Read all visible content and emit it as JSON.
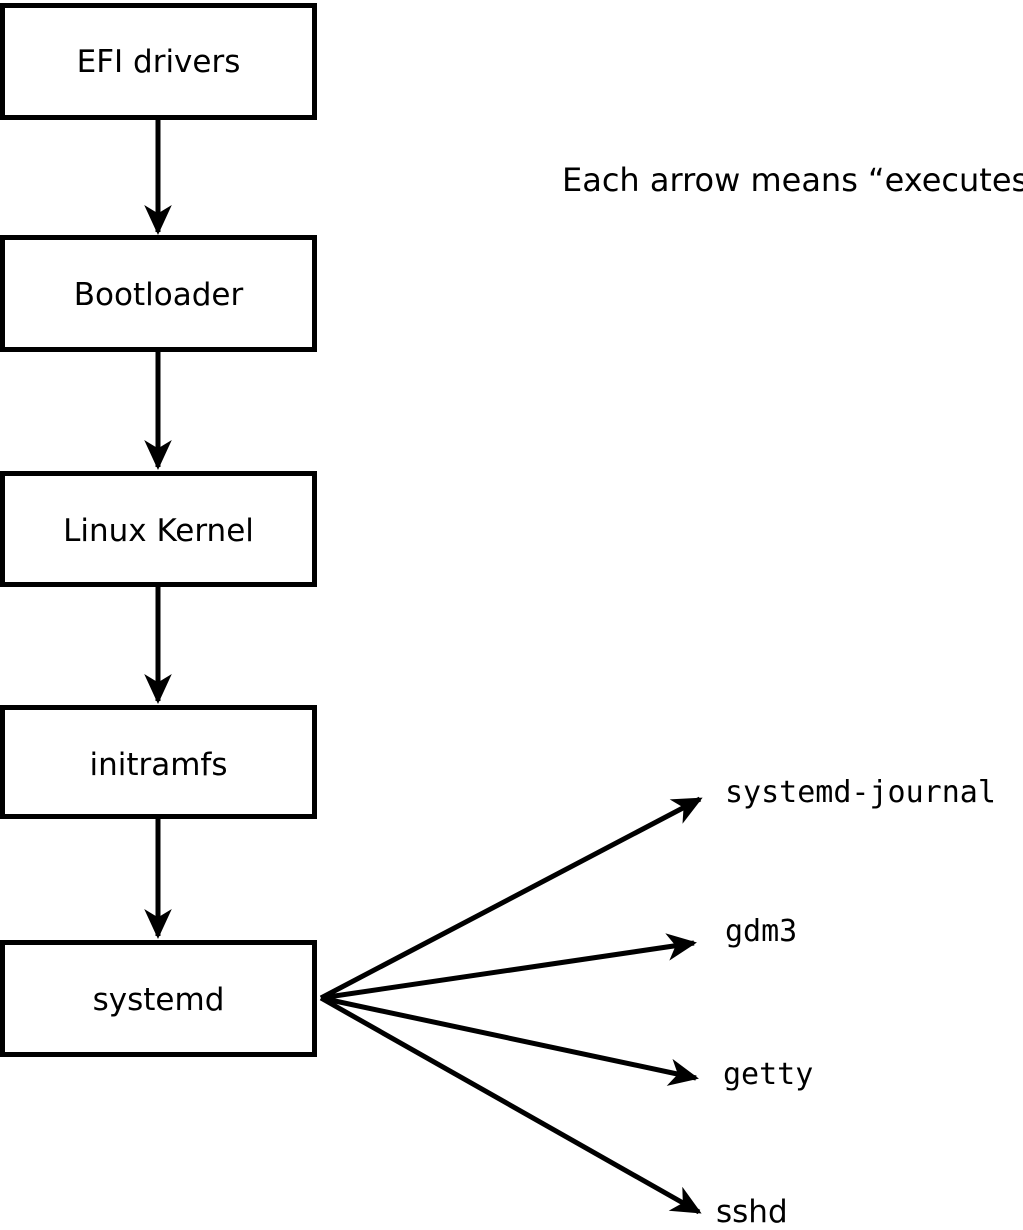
{
  "annotation": "Each arrow means “executes”.",
  "chain": {
    "efi_drivers": "EFI drivers",
    "bootloader": "Bootloader",
    "linux_kernel": "Linux Kernel",
    "initramfs": "initramfs",
    "systemd": "systemd"
  },
  "spawned_processes": {
    "systemd_journal": "systemd-journal",
    "gdm3": "gdm3",
    "getty": "getty",
    "sshd": "sshd"
  },
  "colors": {
    "line": "#000000",
    "box_fill": "#ffffff",
    "background": "#ffffff",
    "text": "#000000"
  }
}
